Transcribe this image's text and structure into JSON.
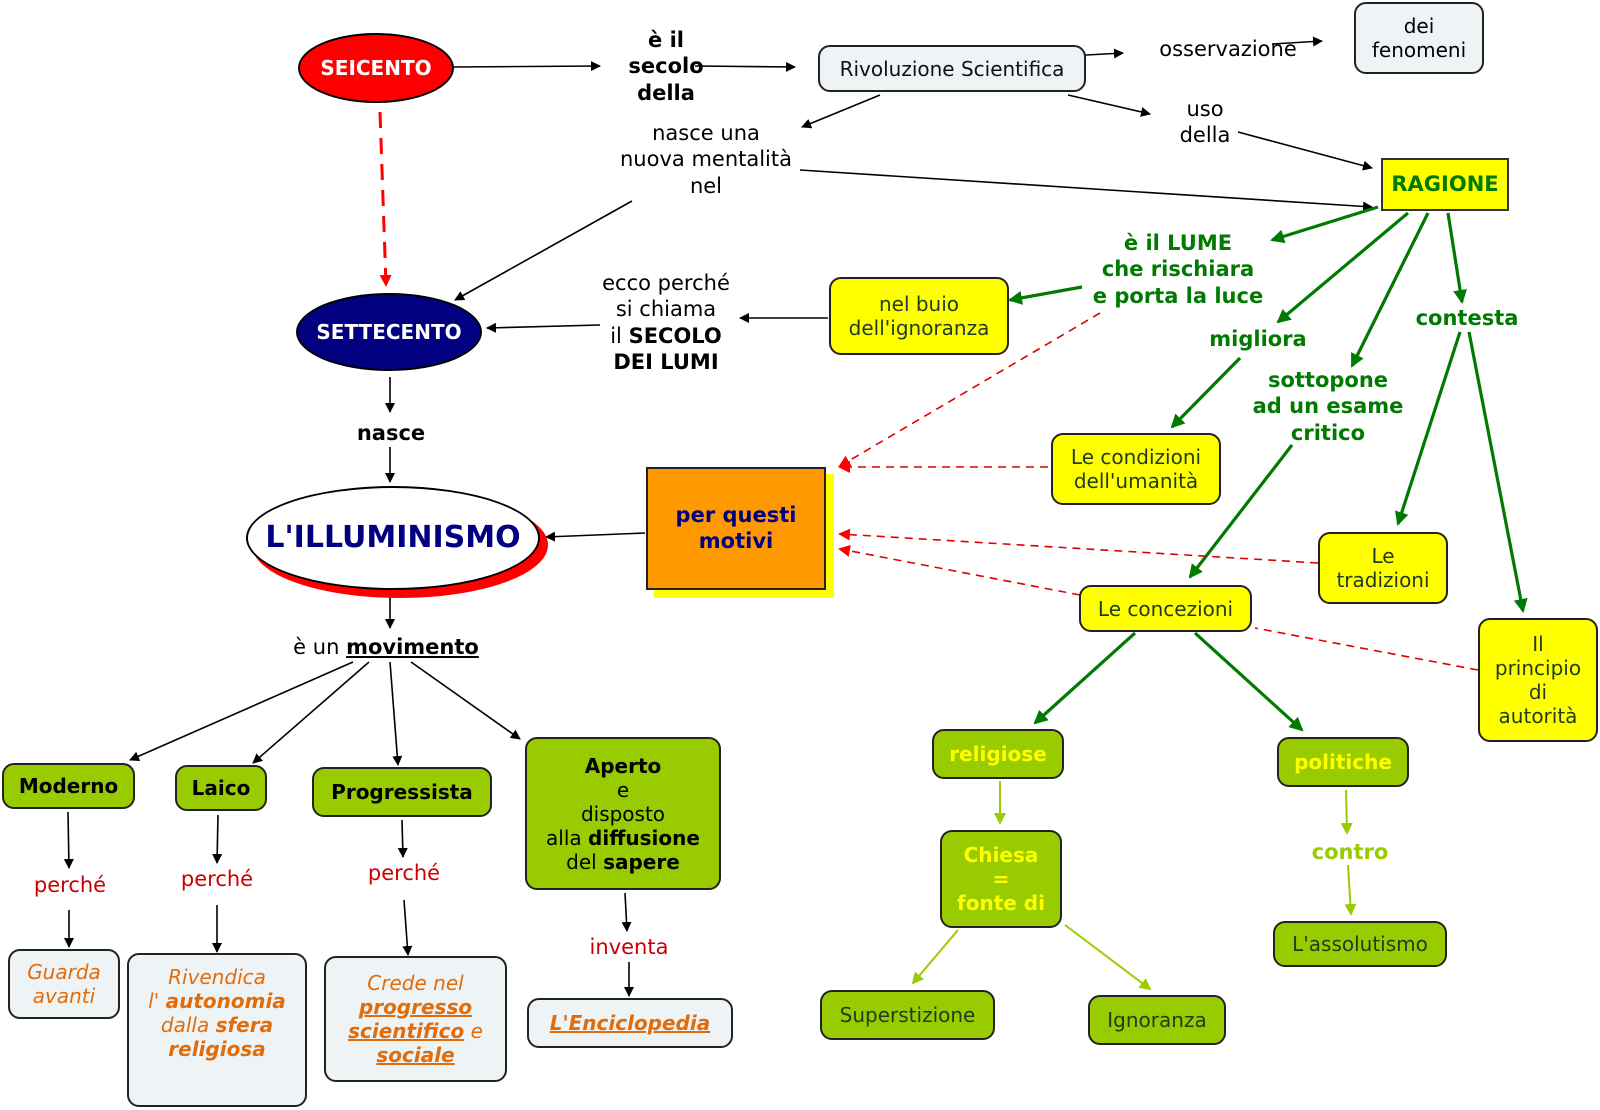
{
  "colors": {
    "seicento_fill": "#ff0000",
    "settecento_fill": "#000080",
    "illuminismo_text": "#000080",
    "illuminismo_shadow": "#ff0000",
    "link_green": "#007a00",
    "link_lime": "#99cc00",
    "dashed_red": "#e00000",
    "connector_red": "#cc0000",
    "orange_text": "#e36c0a",
    "yellow_node": "#ffff00",
    "lime_node": "#99cc00",
    "orange_node": "#ff9900",
    "grey_node": "#eef3f6"
  },
  "nodes": {
    "seicento": "SEICENTO",
    "settecento": "SETTECENTO",
    "illuminismo": "L'ILLUMINISMO",
    "rivoluzione": "Rivoluzione Scientifica",
    "dei_fenomeni": [
      "dei",
      "fenomeni"
    ],
    "ragione": "RAGIONE",
    "nel_buio": [
      "nel buio",
      "dell'ignoranza"
    ],
    "per_questi_motivi": [
      "per questi",
      "motivi"
    ],
    "condizioni": [
      "Le condizioni",
      "dell'umanità"
    ],
    "tradizioni": [
      "Le",
      "tradizioni"
    ],
    "concezioni": "Le concezioni",
    "principio": [
      "Il",
      "principio",
      "di",
      "autorità"
    ],
    "religiose": "religiose",
    "politiche": "politiche",
    "chiesa": [
      "Chiesa",
      "=",
      "fonte di"
    ],
    "superstizione": "Superstizione",
    "ignoranza": "Ignoranza",
    "assolutismo": "L'assolutismo",
    "moderno": "Moderno",
    "laico": "Laico",
    "progressista": "Progressista",
    "aperto": {
      "l1": "Aperto",
      "l2": "e",
      "l3": "disposto",
      "l4a": "alla ",
      "l4b": "diffusione",
      "l5a": "del ",
      "l5b": "sapere"
    },
    "guarda": [
      "Guarda",
      "avanti"
    ],
    "rivendica": {
      "l1": "Rivendica",
      "l2a": "l' ",
      "l2b": "autonomia",
      "l3a": "dalla ",
      "l3b": "sfera",
      "l4": "religiosa"
    },
    "crede": {
      "l1": "Crede nel",
      "l2": "progresso",
      "l3a": "scientifico",
      "l3b": " e",
      "l4": "sociale"
    },
    "enciclopedia": "L'Enciclopedia"
  },
  "links": {
    "e_il_secolo": [
      "è il",
      "secolo",
      "della"
    ],
    "osservazione": "osservazione",
    "uso_della": [
      "uso",
      "della"
    ],
    "nasce_mentalita": [
      "nasce una",
      "nuova mentalità",
      "nel"
    ],
    "ecco_perche": {
      "l1": "ecco perché",
      "l2": "si chiama",
      "l3a": "il ",
      "l3b": "SECOLO",
      "l4": "DEI LUMI"
    },
    "lume": [
      "è il LUME",
      "che rischiara",
      "e porta la luce"
    ],
    "migliora": "migliora",
    "sottopone": [
      "sottopone",
      "ad un esame",
      "critico"
    ],
    "contesta": "contesta",
    "nasce": "nasce",
    "movimento": {
      "pre": "è un ",
      "word": "movimento"
    },
    "perche_1": "perché",
    "perche_2": "perché",
    "perche_3": "perché",
    "inventa": "inventa",
    "contro": "contro"
  }
}
